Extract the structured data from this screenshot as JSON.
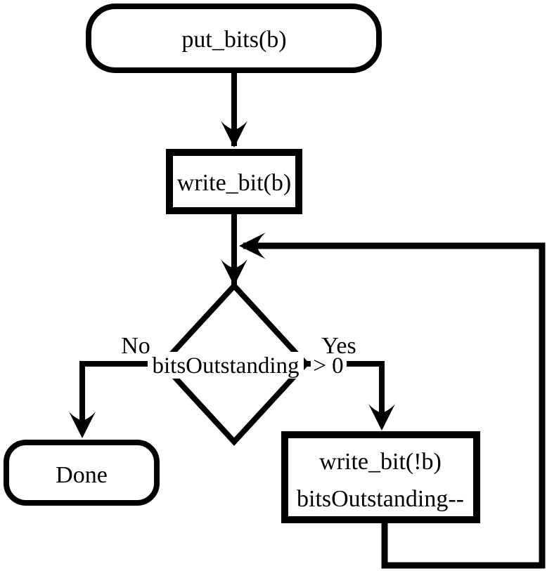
{
  "diagram": {
    "type": "flowchart",
    "background": "#ffffff",
    "stroke_color": "#000000",
    "nodes": {
      "start": {
        "label": "put_bits(b)",
        "type": "terminator"
      },
      "write_bit": {
        "label": "write_bit(b)",
        "type": "process"
      },
      "decision": {
        "label": "bitsOutstanding",
        "comparison": "> 0",
        "type": "decision"
      },
      "done": {
        "label": "Done",
        "type": "terminator"
      },
      "loop_body": {
        "line1": "write_bit(!b)",
        "line2": "bitsOutstanding--",
        "type": "process"
      }
    },
    "edge_labels": {
      "no": "No",
      "yes": "Yes"
    }
  }
}
